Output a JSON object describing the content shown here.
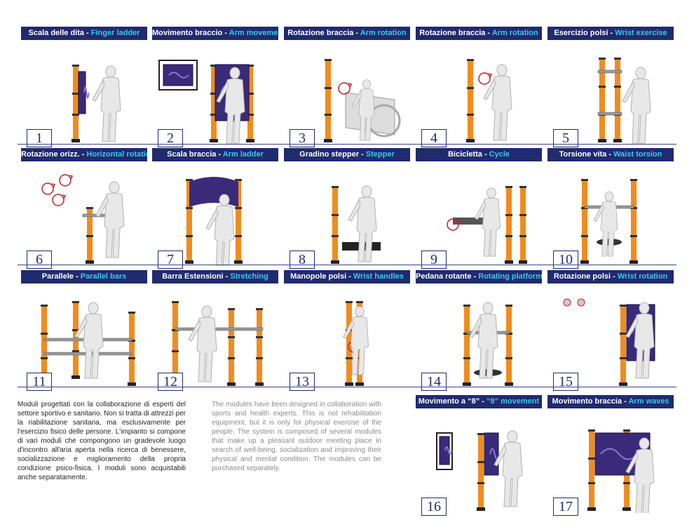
{
  "modules": [
    {
      "it": "Scala delle dita",
      "en": "Finger ladder",
      "number": "1"
    },
    {
      "it": "Movimento braccio",
      "en": "Arm movement",
      "number": "2"
    },
    {
      "it": "Rotazione braccia",
      "en": "Arm rotation",
      "number": "3"
    },
    {
      "it": "Rotazione braccia",
      "en": "Arm rotation",
      "number": "4"
    },
    {
      "it": "Esercizio polsi",
      "en": "Wrist exercise",
      "number": "5"
    },
    {
      "it": "Rotazione orizz.",
      "en": "Horizontal rotation",
      "number": "6"
    },
    {
      "it": "Scala braccia",
      "en": "Arm ladder",
      "number": "7"
    },
    {
      "it": "Gradino stepper",
      "en": "Stepper",
      "number": "8"
    },
    {
      "it": "Bicicletta",
      "en": "Cycle",
      "number": "9"
    },
    {
      "it": "Torsione vita",
      "en": "Waist torsion",
      "number": "10"
    },
    {
      "it": "Parallele",
      "en": "Parallel bars",
      "number": "11"
    },
    {
      "it": "Barra Estensioni",
      "en": "Stretching",
      "number": "12"
    },
    {
      "it": "Manopole polsi",
      "en": "Wrist handles",
      "number": "13"
    },
    {
      "it": "Pedana rotante",
      "en": "Rotating platform",
      "number": "14"
    },
    {
      "it": "Rotazione polsi",
      "en": "Wrist rotation",
      "number": "15"
    },
    {
      "it": "Movimento a “8”",
      "en": "“8” movement",
      "number": "16"
    },
    {
      "it": "Movimento braccia",
      "en": "Arm waves",
      "number": "17"
    }
  ],
  "separator": " - ",
  "text_it": "Moduli progettati con la collaborazione di esperti del settore sportivo e sanitario. Non si tratta di attrezzi per la riabilitazione sanitaria, ma esclusivamente per l'esercizio fisico delle persone. L'impianto si compone di vari moduli che compongono un gradevole luogo d'incontro all'aria aperta nella ricerca di benessere, socializzazione e miglioramento della propria condizione psico-fisica. I moduli sono acquistabili anche separatamente.",
  "text_en": "The modules have been designed in collaboration with sports and health experts. This is not rehabilitation equipment, but it is only for physical exercise of the people. The system is composed of several modules that make up a pleasant outdoor meeting place in search of well-being, socialization and improving their physical and mental condition. The modules can be purchased separately.",
  "colors": {
    "header_bg": "#202a6e",
    "header_en": "#39c8ee",
    "post": "#f08c1e",
    "panel": "#3a2a7a",
    "figure": "#e8e8e8"
  }
}
